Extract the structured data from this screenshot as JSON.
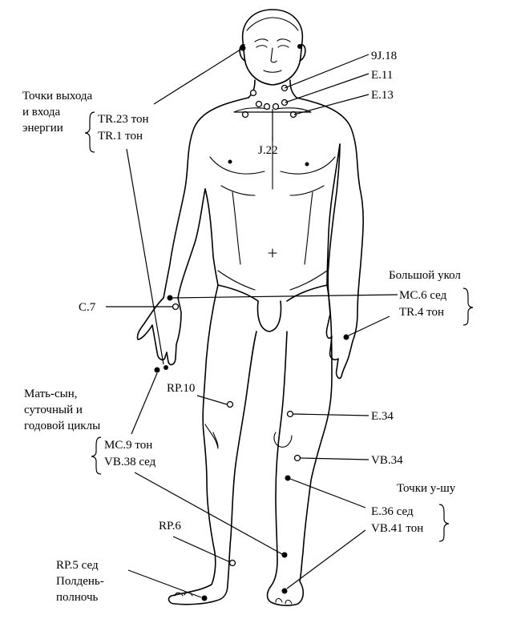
{
  "labels": {
    "j18": "9J.18",
    "e11": "E.11",
    "e13": "E.13",
    "exit_entry_l1": "Точки выхода",
    "exit_entry_l2": "и входа",
    "exit_entry_l3": "энергии",
    "tr23": "TR.23 тон",
    "tr1": "TR.1 тон",
    "j22": "J.22",
    "big_needle": "Большой укол",
    "mc6": "MC.6 сед",
    "tr4": "TR.4 тон",
    "c7": "C.7",
    "mother_son_l1": "Мать-сын,",
    "mother_son_l2": "суточный и",
    "mother_son_l3": "годовой циклы",
    "rp10": "RP.10",
    "e34": "E.34",
    "mc9": "MC.9 тон",
    "vb38": "VB.38 сед",
    "vb34": "VB.34",
    "yu_shu": "Точки у-шу",
    "e36": "E.36 сед",
    "vb41": "VB.41 тон",
    "rp6": "RP.6",
    "rp5_l1": "RP.5 сед",
    "rp5_l2": "Полдень-",
    "rp5_l3": "полночь"
  }
}
